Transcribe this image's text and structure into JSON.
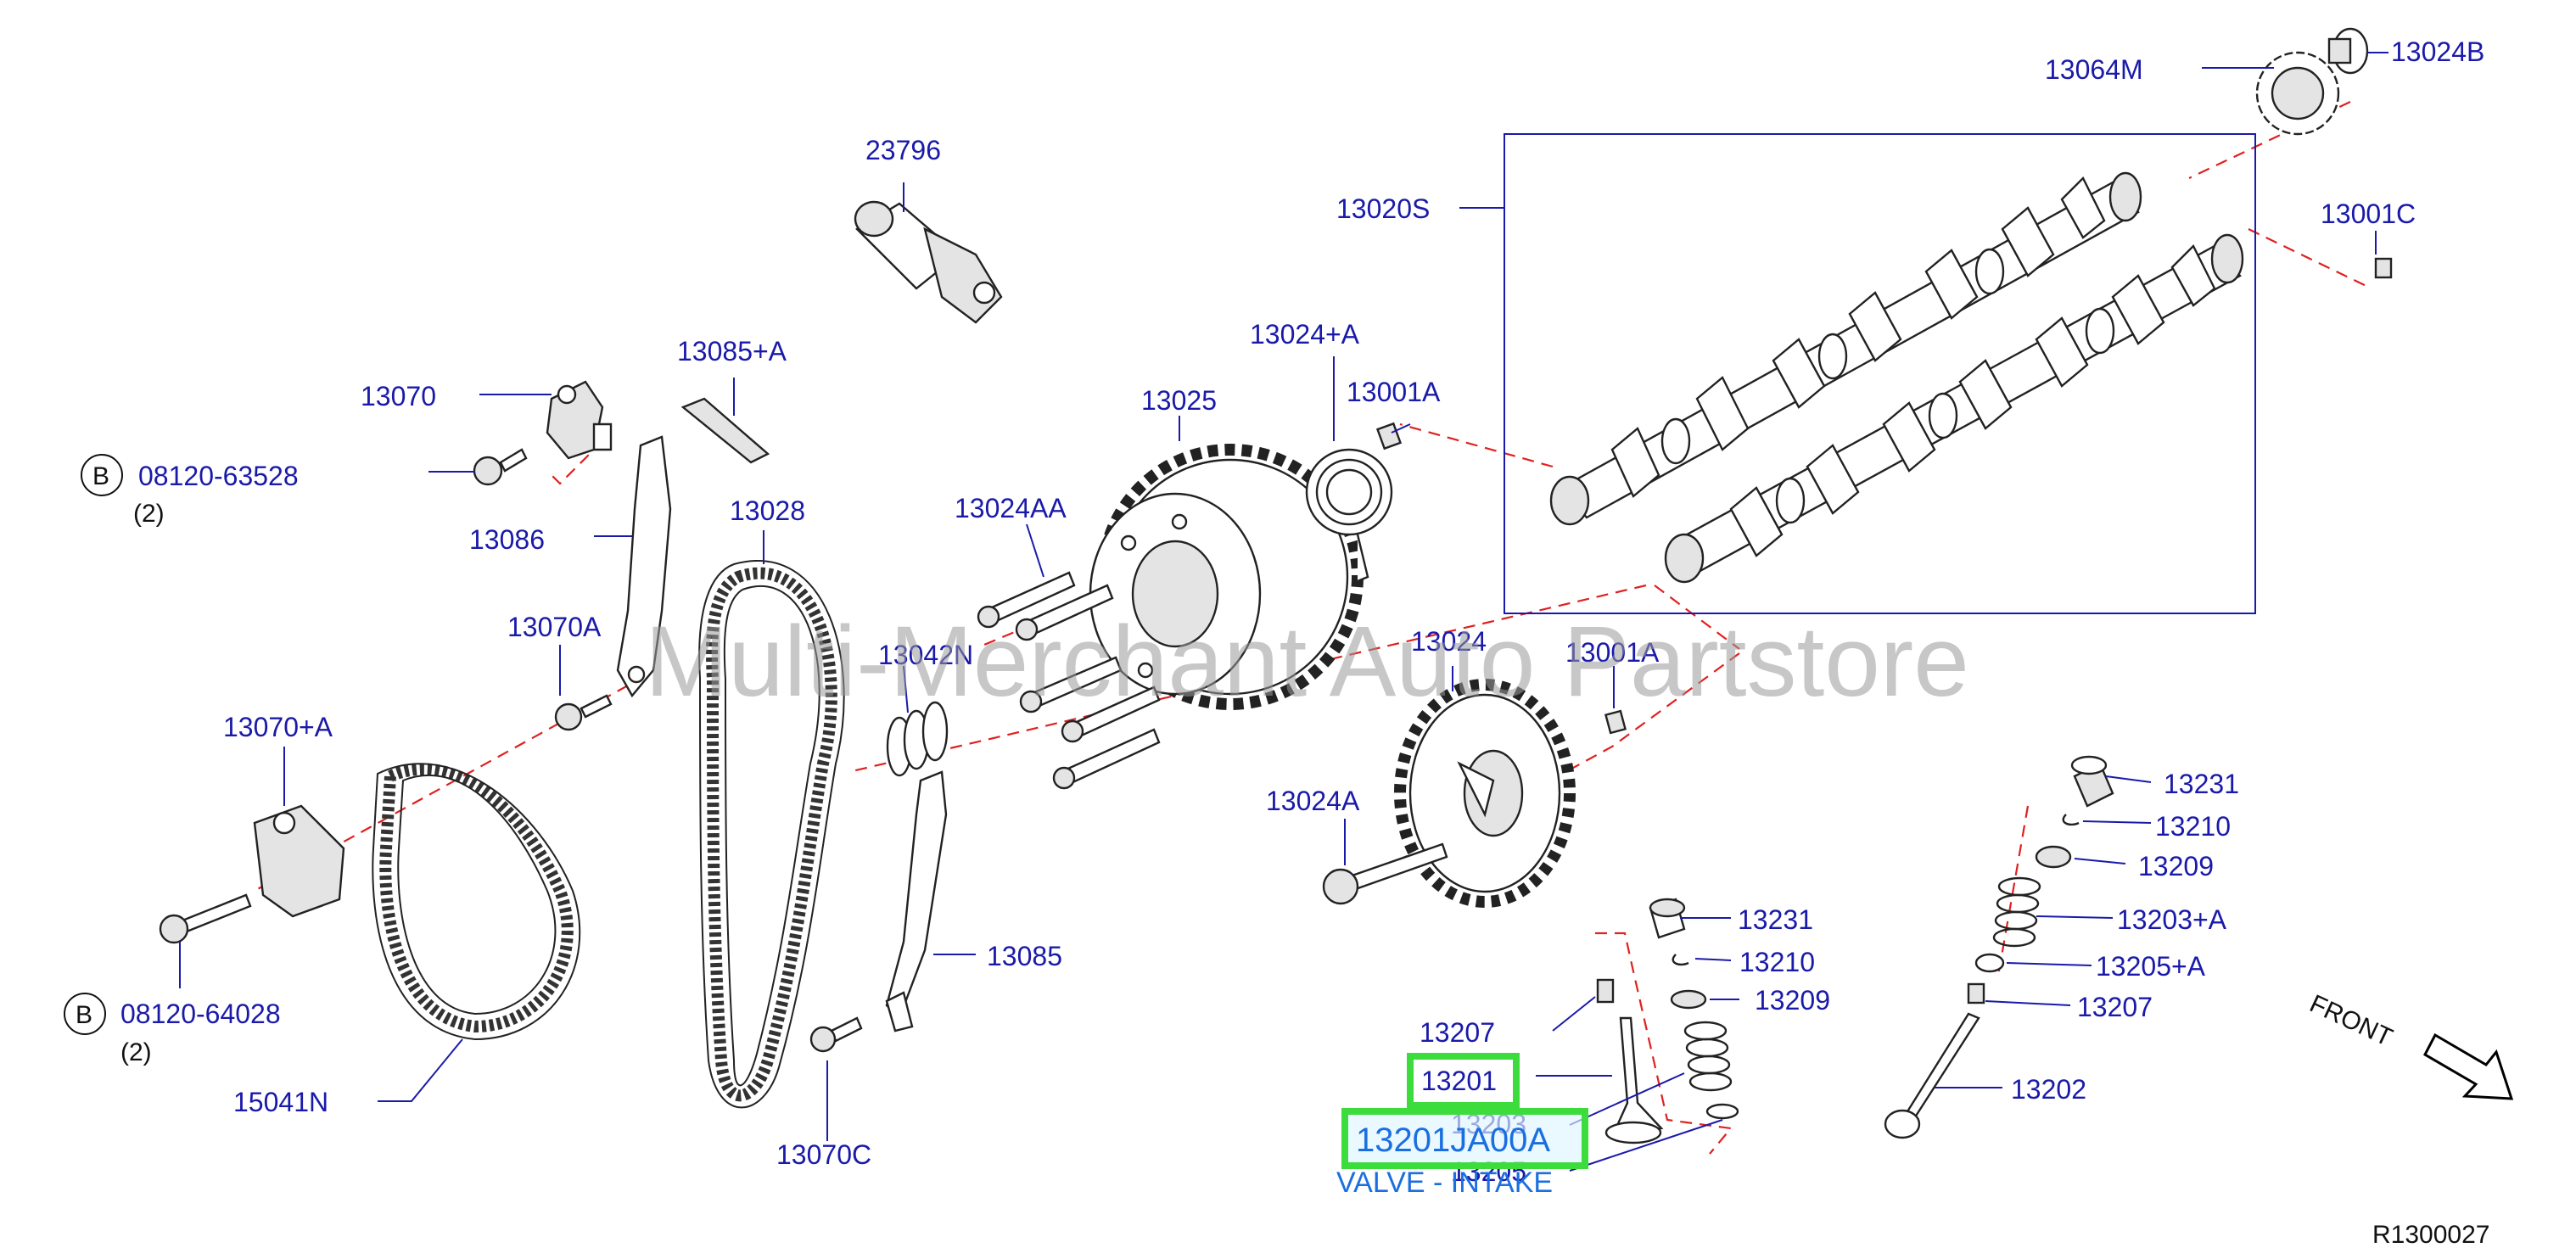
{
  "watermark": "Multi-Merchant Auto Partstore",
  "diagram_code": "R1300027",
  "front_label": "FRONT",
  "callouts": {
    "c13064M": "13064M",
    "c13024B": "13024B",
    "c13020S": "13020S",
    "c13001C": "13001C",
    "c23796": "23796",
    "c13085A": "13085+A",
    "c13070": "13070",
    "c13024A_plus": "13024+A",
    "c13025": "13025",
    "c13001A_top": "13001A",
    "c08120_63528": "08120-63528",
    "q2_top": "(2)",
    "c13028": "13028",
    "c13024AA": "13024AA",
    "c13086": "13086",
    "c13070A": "13070A",
    "c13042N": "13042N",
    "c13024": "13024",
    "c13001A_mid": "13001A",
    "c13070plusA": "13070+A",
    "c13024A": "13024A",
    "c13231_r": "13231",
    "c13210_r": "13210",
    "c13209_r": "13209",
    "c13203A": "13203+A",
    "c13205A": "13205+A",
    "c13207_r": "13207",
    "c13202": "13202",
    "c13231_m": "13231",
    "c13210_m": "13210",
    "c13209_m": "13209",
    "c13085": "13085",
    "c08120_64028": "08120-64028",
    "q2_bot": "(2)",
    "c13207_m": "13207",
    "c13201": "13201",
    "c13203": "13203",
    "c13205": "13205",
    "c15041N": "15041N",
    "c13070C": "13070C"
  },
  "bolt_marker": "B",
  "selection": {
    "part_number": "13201JA00A",
    "description": "VALVE - INTAKE"
  }
}
